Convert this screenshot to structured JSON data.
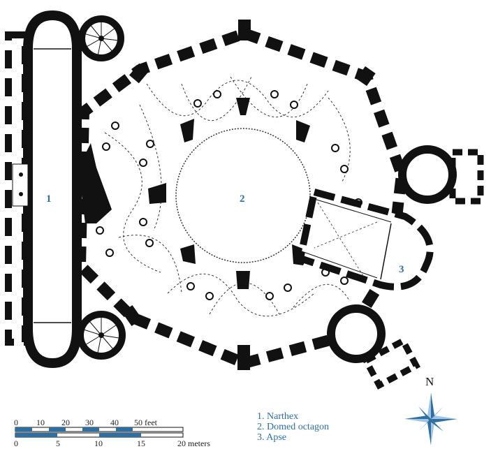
{
  "labels": {
    "narthex_num": "1",
    "octagon_num": "2",
    "apse_num": "3"
  },
  "legend": [
    "1. Narthex",
    "2. Domed octagon",
    "3. Apse"
  ],
  "compass": {
    "label": "N"
  },
  "scale": {
    "feet": [
      "0",
      "10",
      "20",
      "30",
      "40",
      "50 feet"
    ],
    "meters": [
      "0",
      "5",
      "10",
      "15",
      "20 meters"
    ]
  },
  "colors": {
    "wall": "#111111",
    "accent": "#2f6f9f",
    "compass": "#3a7fb8"
  }
}
